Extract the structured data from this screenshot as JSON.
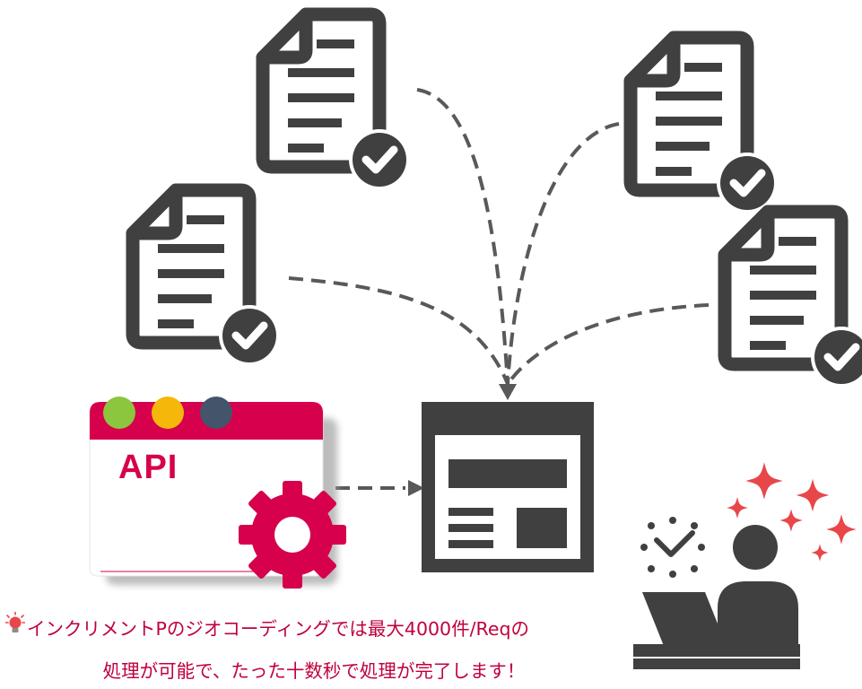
{
  "api_window": {
    "label": "API",
    "dots": [
      {
        "name": "green",
        "color": "#8cc63f"
      },
      {
        "name": "yellow",
        "color": "#f5b80a"
      },
      {
        "name": "navy",
        "color": "#44546a"
      }
    ]
  },
  "caption": {
    "line1": "インクリメントPのジオコーディングでは最大4000件/Reqの",
    "line2": "処理が可能で、たった十数秒で処理が完了します！"
  },
  "colors": {
    "accent": "#d6004c",
    "icon_gray": "#404040",
    "dash": "#595959",
    "sparkle": "#e8474a",
    "caption_text": "#c0003c",
    "bulb": "#e8474a"
  },
  "icons": {
    "document": "document-check-icon",
    "gear": "gear-icon",
    "browser": "browser-window-icon",
    "person": "person-at-laptop-icon",
    "clock": "clock-check-icon",
    "sparkles": "sparkle-icon",
    "bulb": "lightbulb-icon"
  }
}
